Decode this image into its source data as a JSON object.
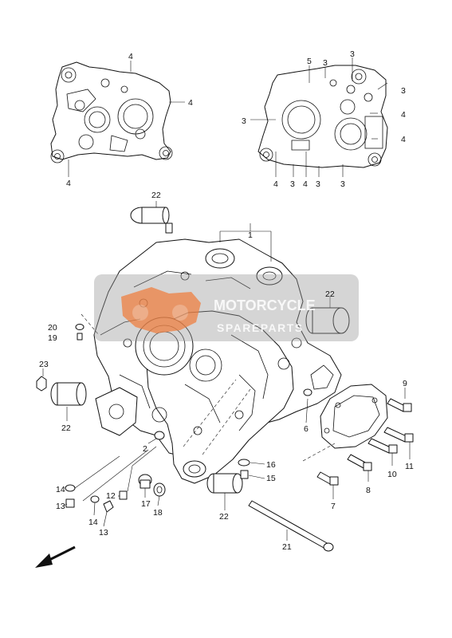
{
  "diagram": {
    "callouts": {
      "c_tl_4a": "4",
      "c_tl_4b": "4",
      "c_tl_4c": "4",
      "c_tr_5": "5",
      "c_tr_3a": "3",
      "c_tr_3b": "3",
      "c_tr_3c": "3",
      "c_tr_3d": "3",
      "c_tr_4a": "4",
      "c_tr_4b": "4",
      "c_tr_4c": "4",
      "c_tr_4d": "4",
      "c_tr_3e": "3",
      "c_tr_3f": "3",
      "c_tr_3g": "3",
      "c_22a": "22",
      "c_1": "1",
      "c_22b": "22",
      "c_20": "20",
      "c_19": "19",
      "c_23": "23",
      "c_22c": "22",
      "c_9": "9",
      "c_6": "6",
      "c_2": "2",
      "c_11": "11",
      "c_10": "10",
      "c_8": "8",
      "c_7": "7",
      "c_16": "16",
      "c_15": "15",
      "c_14a": "14",
      "c_13a": "13",
      "c_12": "12",
      "c_14b": "14",
      "c_13b": "13",
      "c_17": "17",
      "c_18": "18",
      "c_22d": "22",
      "c_21": "21"
    },
    "watermark": {
      "line1": "MOTORCYCLE",
      "line2": "SPAREPARTS"
    },
    "colors": {
      "line": "#111111",
      "watermark_gray": "#9a9a9a",
      "watermark_orange": "#f07d3c"
    }
  }
}
